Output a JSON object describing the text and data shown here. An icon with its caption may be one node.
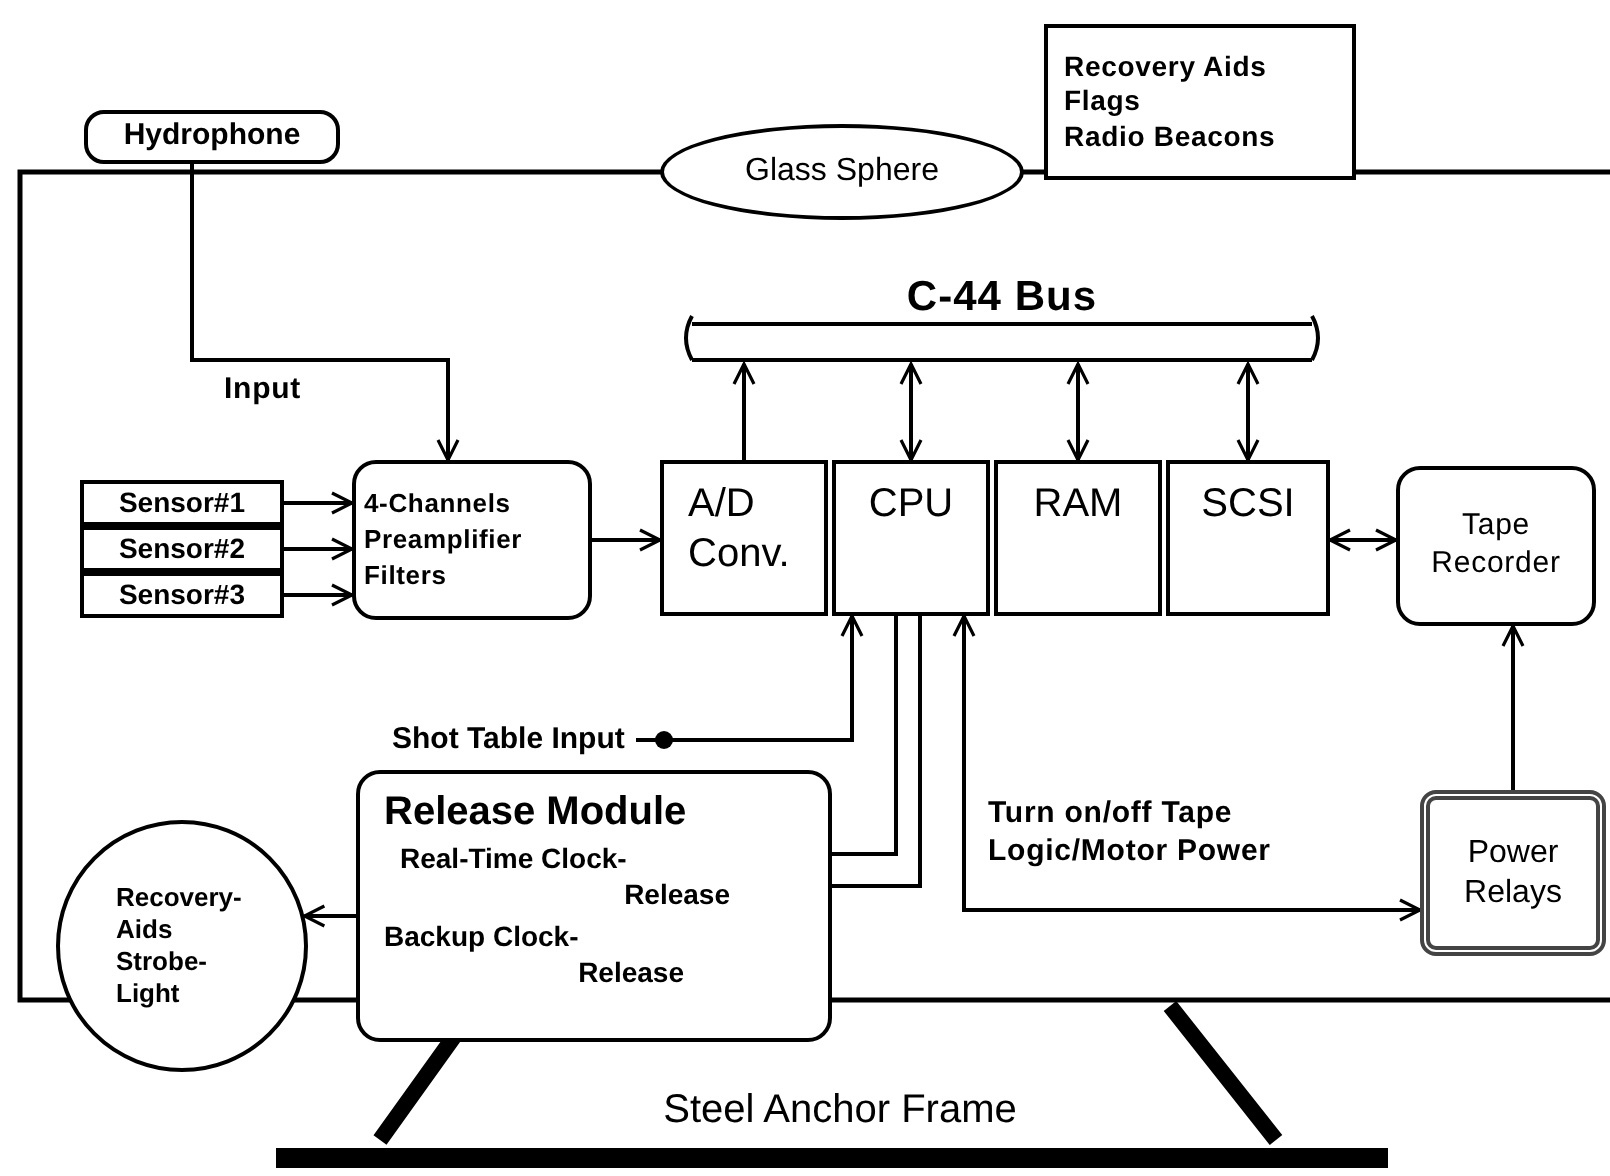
{
  "diagram": {
    "nodes": [
      {
        "text": [
          "Hydrophone"
        ]
      },
      {
        "text": [
          "Glass Sphere"
        ]
      },
      {
        "text": [
          "Recovery Aids",
          "Flags",
          "Radio Beacons"
        ]
      },
      {
        "text": [
          "C-44 Bus"
        ]
      },
      {
        "text": [
          "Sensor#1"
        ]
      },
      {
        "text": [
          "Sensor#2"
        ]
      },
      {
        "text": [
          "Sensor#3"
        ]
      },
      {
        "text": [
          "4-Channels Preamplifier Filters"
        ]
      },
      {
        "text": [
          "A/D Conv."
        ]
      },
      {
        "text": [
          "CPU"
        ]
      },
      {
        "text": [
          "RAM"
        ]
      },
      {
        "text": [
          "SCSI"
        ]
      },
      {
        "text": [
          "Tape Recorder"
        ]
      },
      {
        "text": [
          "Shot Table Input"
        ]
      },
      {
        "text": [
          "Release Module",
          "Real-Time Clock- Release",
          "Backup Clock- Release"
        ]
      },
      {
        "text": [
          "Recovery- Aids Strobe- Light"
        ]
      },
      {
        "text": [
          "Power Relays"
        ]
      }
    ],
    "edges": [
      {
        "from": 0,
        "to": 7,
        "arrow": "to",
        "label": "Input"
      },
      {
        "from": 4,
        "to": 7,
        "arrow": "to"
      },
      {
        "from": 5,
        "to": 7,
        "arrow": "to"
      },
      {
        "from": 6,
        "to": 7,
        "arrow": "to"
      },
      {
        "from": 7,
        "to": 8,
        "arrow": "to"
      },
      {
        "from": 8,
        "to": 3,
        "arrow": "to"
      },
      {
        "from": 9,
        "to": 3,
        "arrow": "both"
      },
      {
        "from": 10,
        "to": 3,
        "arrow": "both"
      },
      {
        "from": 11,
        "to": 3,
        "arrow": "both"
      },
      {
        "from": 11,
        "to": 12,
        "arrow": "both"
      },
      {
        "from": 13,
        "to": 9,
        "arrow": "to"
      },
      {
        "from": 14,
        "to": 9,
        "arrow": "none"
      },
      {
        "from": 14,
        "to": 9,
        "arrow": "none"
      },
      {
        "from": 9,
        "to": 16,
        "arrow": "both",
        "label": "Turn on/off Tape Logic/Motor Power"
      },
      {
        "from": 16,
        "to": 12,
        "arrow": "to"
      },
      {
        "from": 14,
        "to": 15,
        "arrow": "to"
      }
    ],
    "labels": [
      "Steel Anchor Frame"
    ]
  }
}
